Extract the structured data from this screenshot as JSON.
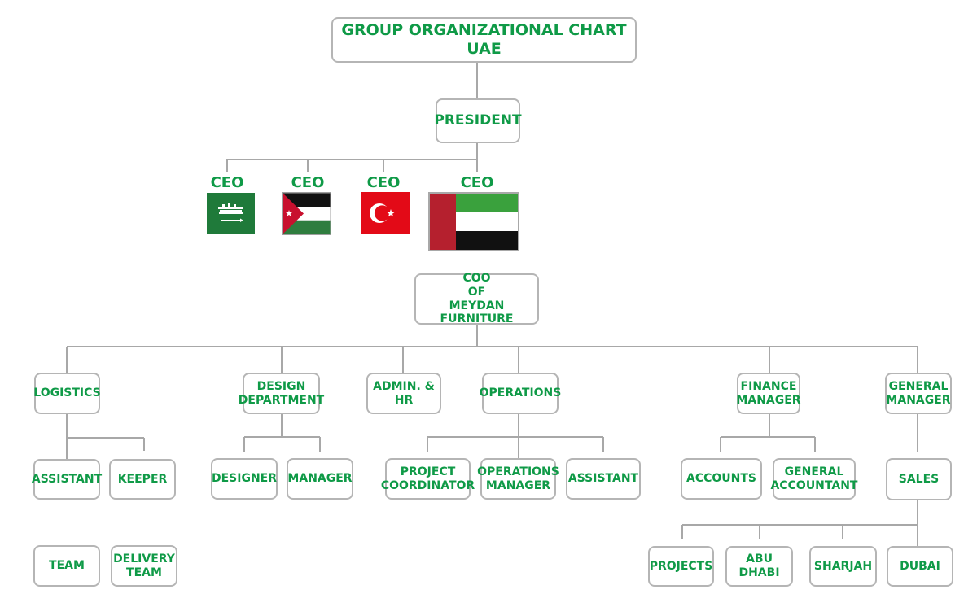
{
  "title": "GROUP ORGANIZATIONAL CHART UAE",
  "president": "PRESIDENT",
  "ceo_label": "CEO",
  "flags": [
    {
      "country": "Saudi Arabia",
      "icon": "saudi-flag-icon"
    },
    {
      "country": "Jordan",
      "icon": "jordan-flag-icon"
    },
    {
      "country": "Turkey",
      "icon": "turkey-flag-icon"
    },
    {
      "country": "United Arab Emirates",
      "icon": "uae-flag-icon"
    }
  ],
  "coo": "COO\nOF\nMEYDAN FURNITURE",
  "departments": {
    "logistics": "LOGISTICS",
    "design": "DESIGN\nDEPARTMENT",
    "admin": "ADMIN. & HR",
    "operations": "OPERATIONS",
    "finance": "FINANCE\nMANAGER",
    "general_manager": "GENERAL\nMANAGER"
  },
  "logistics_children": [
    "ASSISTANT",
    "KEEPER",
    "TEAM",
    "DELIVERY\nTEAM"
  ],
  "design_children": [
    "DESIGNER",
    "MANAGER"
  ],
  "operations_children": [
    "PROJECT\nCOORDINATOR",
    "OPERATIONS\nMANAGER",
    "ASSISTANT"
  ],
  "finance_children": [
    "ACCOUNTS",
    "GENERAL\nACCOUNTANT"
  ],
  "gm_children": [
    "SALES"
  ],
  "sales_children": [
    "PROJECTS",
    "ABU DHABI",
    "SHARJAH",
    "DUBAI"
  ],
  "colors": {
    "text": "#0f9a47",
    "border": "#b5b5b5",
    "line": "#a8a8a8"
  }
}
